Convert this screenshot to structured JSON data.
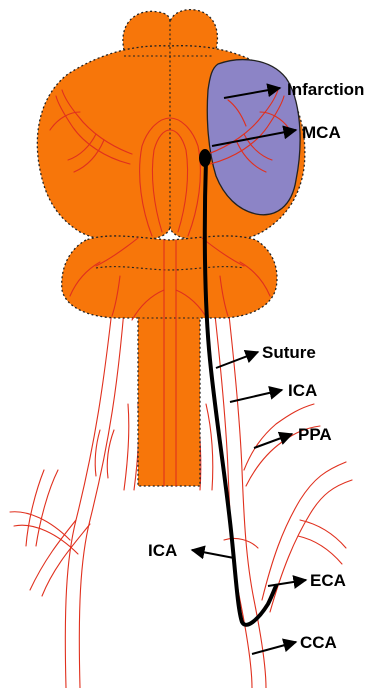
{
  "labels": {
    "infarction": "Infarction",
    "mca": "MCA",
    "suture": "Suture",
    "ica_upper": "ICA",
    "ppa": "PPA",
    "ica_lower": "ICA",
    "eca": "ECA",
    "cca": "CCA"
  },
  "colors": {
    "brain": "#f7760a",
    "infarction": "#8c84c6",
    "vessel": "#e0301e",
    "suture": "#000000"
  }
}
